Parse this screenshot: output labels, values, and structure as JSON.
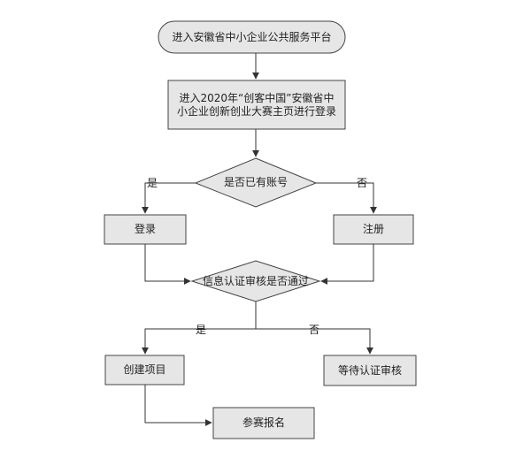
{
  "colors": {
    "node_fill": "#e6e6e6",
    "node_stroke": "#444444",
    "line": "#333333"
  },
  "nodes": {
    "start": "进入安徽省中小企业公共服务平台",
    "enter_contest": "进入2020年“创客中国”安徽省中小企业创新创业大赛主页进行登录",
    "has_account": "是否已有账号",
    "login": "登录",
    "register": "注册",
    "review_passed": "信息认证审核是否通过",
    "create_project": "创建项目",
    "wait_review": "等待认证审核",
    "sign_up": "参赛报名"
  },
  "edge_labels": {
    "yes": "是",
    "no": "否"
  }
}
